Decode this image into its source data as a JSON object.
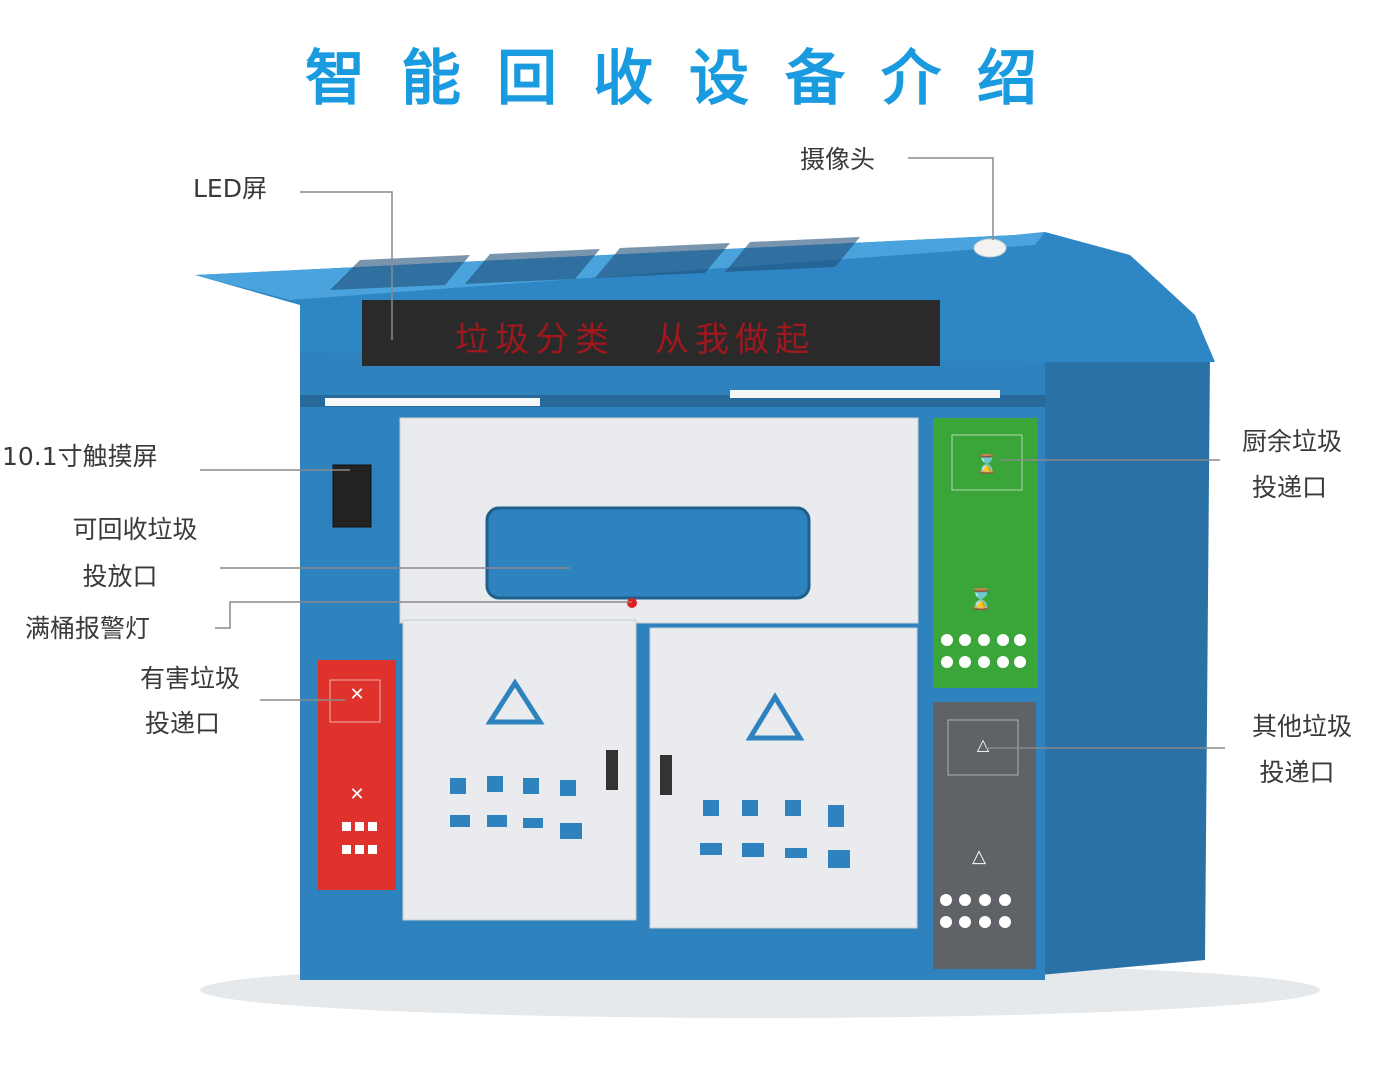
{
  "title": "智能回收设备介绍",
  "led_message": "垃圾分类　从我做起",
  "labels": {
    "led_screen": "LED屏",
    "camera": "摄像头",
    "touchscreen": "10.1寸触摸屏",
    "recyclable_line1": "可回收垃圾",
    "recyclable_line2": "投放口",
    "full_alarm": "满桶报警灯",
    "hazardous_line1": "有害垃圾",
    "hazardous_line2": "投递口",
    "kitchen_line1": "厨余垃圾",
    "kitchen_line2": "投递口",
    "other_line1": "其他垃圾",
    "other_line2": "投递口"
  },
  "colors": {
    "title": "#1a9be0",
    "cabinet_blue": "#2b7db6",
    "hazardous_red": "#e0322d",
    "kitchen_green": "#3aa63a",
    "other_gray": "#5f6266",
    "panel_light": "#e9ebee",
    "led_text": "#b3161c"
  }
}
